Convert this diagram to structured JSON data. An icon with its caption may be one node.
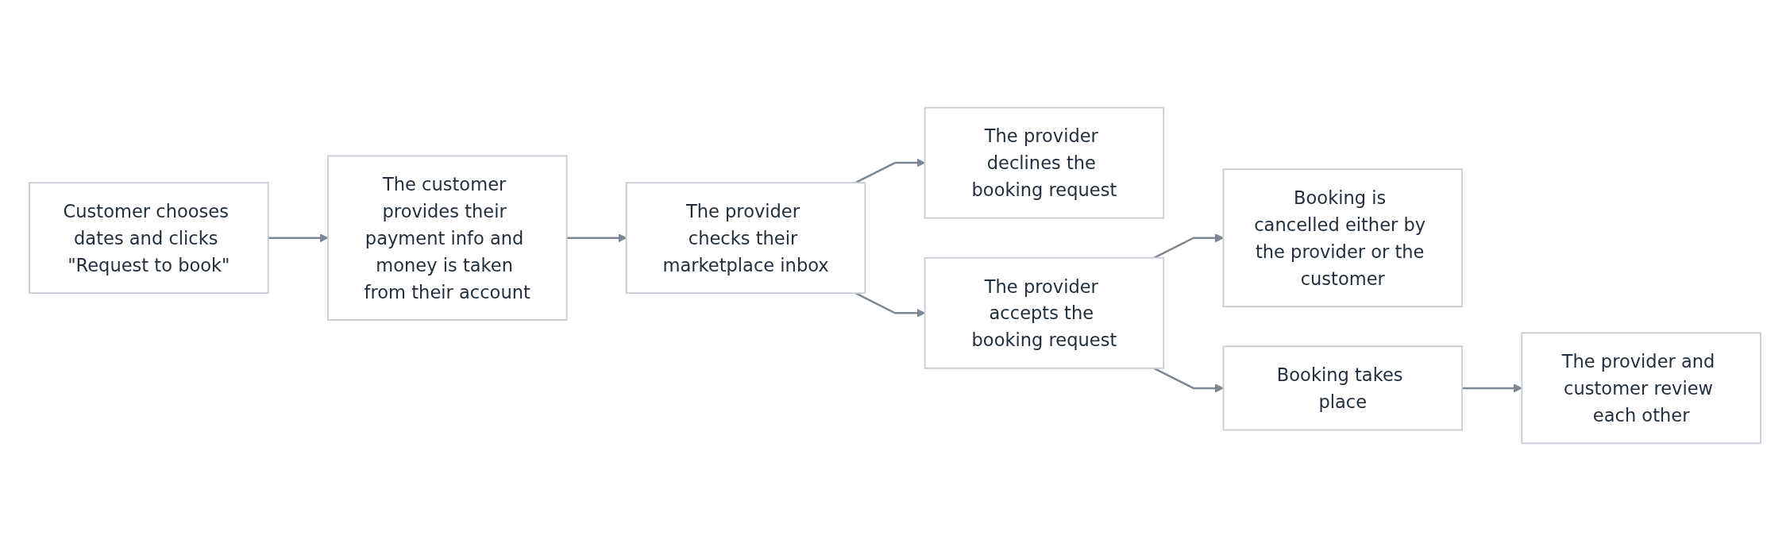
{
  "diagram": {
    "nodes": [
      {
        "text": [
          "Customer chooses dates and clicks \"Request to book\""
        ]
      },
      {
        "text": [
          "The customer provides their payment info and money is taken from their account"
        ]
      },
      {
        "text": [
          "The provider checks their marketplace inbox"
        ]
      },
      {
        "text": [
          "The provider declines the booking request"
        ]
      },
      {
        "text": [
          "The provider accepts the booking request"
        ]
      },
      {
        "text": [
          "Booking is cancelled either by the provider or the customer"
        ]
      },
      {
        "text": [
          "Booking takes place"
        ]
      },
      {
        "text": [
          "The provider and customer review each other"
        ]
      }
    ],
    "edges": [
      {
        "from": 0,
        "to": 1,
        "arrow": "to"
      },
      {
        "from": 1,
        "to": 2,
        "arrow": "to"
      },
      {
        "from": 2,
        "to": 3,
        "arrow": "to"
      },
      {
        "from": 2,
        "to": 4,
        "arrow": "to"
      },
      {
        "from": 4,
        "to": 5,
        "arrow": "to"
      },
      {
        "from": 4,
        "to": 6,
        "arrow": "to"
      },
      {
        "from": 6,
        "to": 7,
        "arrow": "to"
      }
    ]
  }
}
